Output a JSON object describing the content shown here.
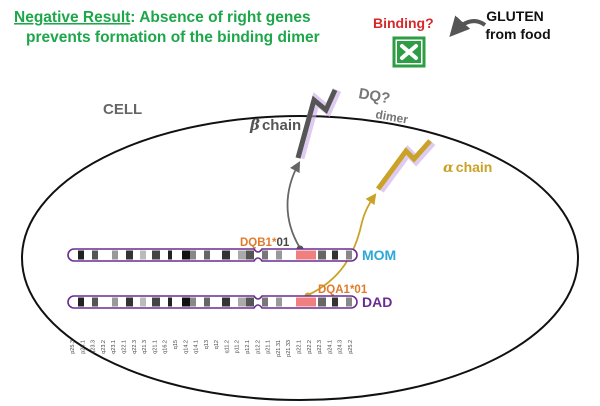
{
  "headline": {
    "lead": "Negative Result",
    "rest_line1": ": Absence of right genes",
    "line2": "prevents formation of the binding dimer"
  },
  "binding": {
    "label": "Binding?",
    "mark_icon": "red-x-in-green-box"
  },
  "gluten": {
    "line1": "GLUTEN",
    "line2": "from food"
  },
  "cell_label": "CELL",
  "dq": {
    "line1": "DQ?",
    "line2": "dimer"
  },
  "beta_chain": {
    "symbol": "β",
    "word": "chain"
  },
  "alpha_chain": {
    "symbol": "α",
    "word": "chain"
  },
  "genes": {
    "dqb1": {
      "name": "DQB1*",
      "allele": "01"
    },
    "dqa1": {
      "name": "DQA1*01"
    }
  },
  "chromosomes": {
    "mom": "MOM",
    "dad": "DAD",
    "band_labels": [
      "p25.3",
      "p25.1",
      "q23.3",
      "q23.2",
      "q23.1",
      "q22.1",
      "q22.3",
      "q21.3",
      "q21.1",
      "q16.2",
      "q15",
      "q14.2",
      "q14.1",
      "q13",
      "q12",
      "q11.2",
      "p11.2",
      "p12.1",
      "p12.2",
      "p21.1",
      "p21.31",
      "p21.33",
      "p22.1",
      "p22.2",
      "p22.3",
      "p24.1",
      "p24.3",
      "p25.2"
    ]
  },
  "colors": {
    "headline_green": "#1ea64a",
    "binding_red": "#d42a2a",
    "orange_label": "#e07b2a",
    "mom_blue": "#2aa8d8",
    "dad_purple": "#6a2c91",
    "alpha_gold": "#c9a227",
    "beta_gray": "#555555",
    "highlight_pink": "#f08080"
  }
}
